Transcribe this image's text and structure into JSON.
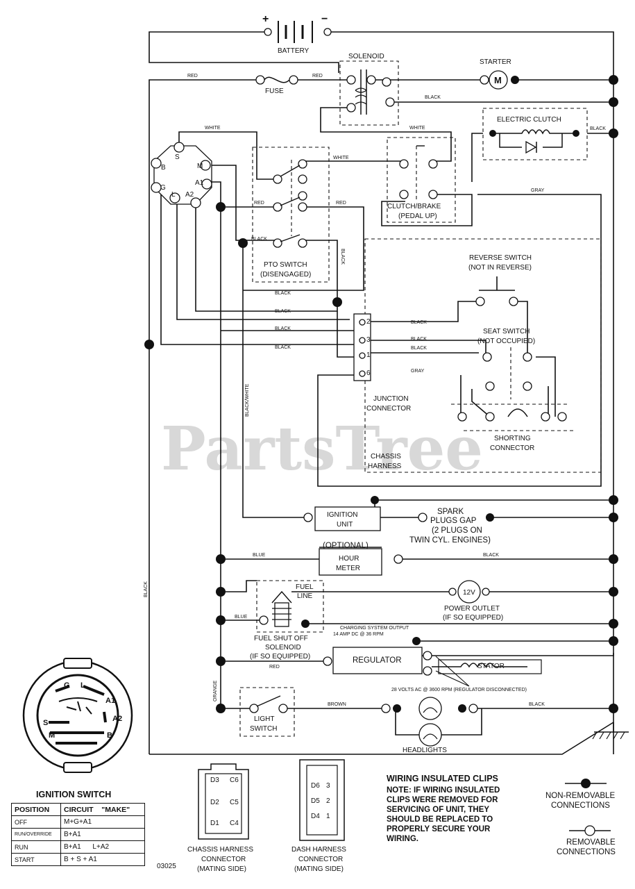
{
  "watermark": "PartsTree",
  "components": {
    "battery": "BATTERY",
    "battery_plus": "+",
    "battery_minus": "−",
    "solenoid": "SOLENOID",
    "starter": "STARTER",
    "starter_m": "M",
    "fuse": "FUSE",
    "electric_clutch": "ELECTRIC CLUTCH",
    "clutch_brake_1": "CLUTCH/BRAKE",
    "clutch_brake_2": "(PEDAL UP)",
    "pto_1": "PTO SWITCH",
    "pto_2": "(DISENGAGED)",
    "reverse_1": "REVERSE SWITCH",
    "reverse_2": "(NOT IN REVERSE)",
    "seat_1": "SEAT SWITCH",
    "seat_2": "(NOT OCCUPIED)",
    "junction_1": "JUNCTION",
    "junction_2": "CONNECTOR",
    "shorting_1": "SHORTING",
    "shorting_2": "CONNECTOR",
    "chassis_1": "CHASSIS",
    "chassis_2": "HARNESS",
    "ignition_unit_1": "IGNITION",
    "ignition_unit_2": "UNIT",
    "spark_1": "SPARK",
    "spark_2": "PLUGS GAP",
    "spark_3": "(2 PLUGS ON",
    "spark_4": "TWIN CYL. ENGINES)",
    "optional": "(OPTIONAL)",
    "hour_1": "HOUR",
    "hour_2": "METER",
    "fuel_line_1": "FUEL",
    "fuel_line_2": "LINE",
    "power_outlet_1": "POWER OUTLET",
    "power_outlet_2": "(IF SO EQUIPPED)",
    "outlet_12v": "12V",
    "fuel_sol_1": "FUEL SHUT OFF",
    "fuel_sol_2": "SOLENOID",
    "fuel_sol_3": "(IF SO EQUIPPED)",
    "charging_1": "CHARGING SYSTEM OUTPUT",
    "charging_2": "14 AMP DC @ 36 RPM",
    "regulator": "REGULATOR",
    "stator": "STATOR",
    "stator_note": "28 VOLTS AC @ 3600 RPM (REGULATOR DISCONNECTED)",
    "light_1": "LIGHT",
    "light_2": "SWITCH",
    "headlights": "HEADLIGHTS",
    "ign_terms": {
      "b": "B",
      "s": "S",
      "m": "M",
      "g": "G",
      "l": "L",
      "a2": "A2",
      "a1": "A1"
    },
    "junction_pins": {
      "p2": "2",
      "p3": "3",
      "p1": "1",
      "p6": "6"
    }
  },
  "wires": {
    "red": "RED",
    "white": "WHITE",
    "black": "BLACK",
    "gray": "GRAY",
    "blue": "BLUE",
    "brown": "BROWN",
    "orange": "ORANGE",
    "black_white": "BLACK/WHITE"
  },
  "ignition_switch": {
    "title": "IGNITION SWITCH",
    "face": {
      "g": "G",
      "l": "L",
      "a1": "A1",
      "s": "S",
      "a2": "A2",
      "m": "M",
      "b": "B"
    },
    "headers": [
      "POSITION",
      "CIRCUIT",
      "\"MAKE\""
    ],
    "rows": [
      {
        "position": "OFF",
        "circuit": "M+G+A1"
      },
      {
        "position": "RUN/OVERRIDE",
        "circuit": "B+A1"
      },
      {
        "position": "RUN",
        "circuit": "B+A1",
        "circuit2": "L+A2"
      },
      {
        "position": "START",
        "circuit": "B + S + A1"
      }
    ]
  },
  "connectors": {
    "chassis_1": "CHASSIS HARNESS",
    "chassis_2": "CONNECTOR",
    "chassis_3": "(MATING SIDE)",
    "dash_1": "DASH HARNESS",
    "dash_2": "CONNECTOR",
    "dash_3": "(MATING SIDE)",
    "chassis_pins": {
      "d3": "D3",
      "c6": "C6",
      "d2": "D2",
      "c5": "C5",
      "d1": "D1",
      "c4": "C4"
    },
    "dash_pins": {
      "p3": "3",
      "p2": "2",
      "p1": "1",
      "d6": "D6",
      "d5": "D5",
      "d4": "D4"
    }
  },
  "notes": {
    "title": "WIRING INSULATED CLIPS",
    "lines": [
      "NOTE: IF WIRING INSULATED",
      "CLIPS WERE REMOVED FOR",
      "SERVICING OF UNIT, THEY",
      "SHOULD BE REPLACED TO",
      "PROPERLY SECURE YOUR",
      "WIRING."
    ]
  },
  "legend": {
    "nonremovable_1": "NON-REMOVABLE",
    "nonremovable_2": "CONNECTIONS",
    "removable_1": "REMOVABLE",
    "removable_2": "CONNECTIONS"
  },
  "diagram_code": "03025"
}
